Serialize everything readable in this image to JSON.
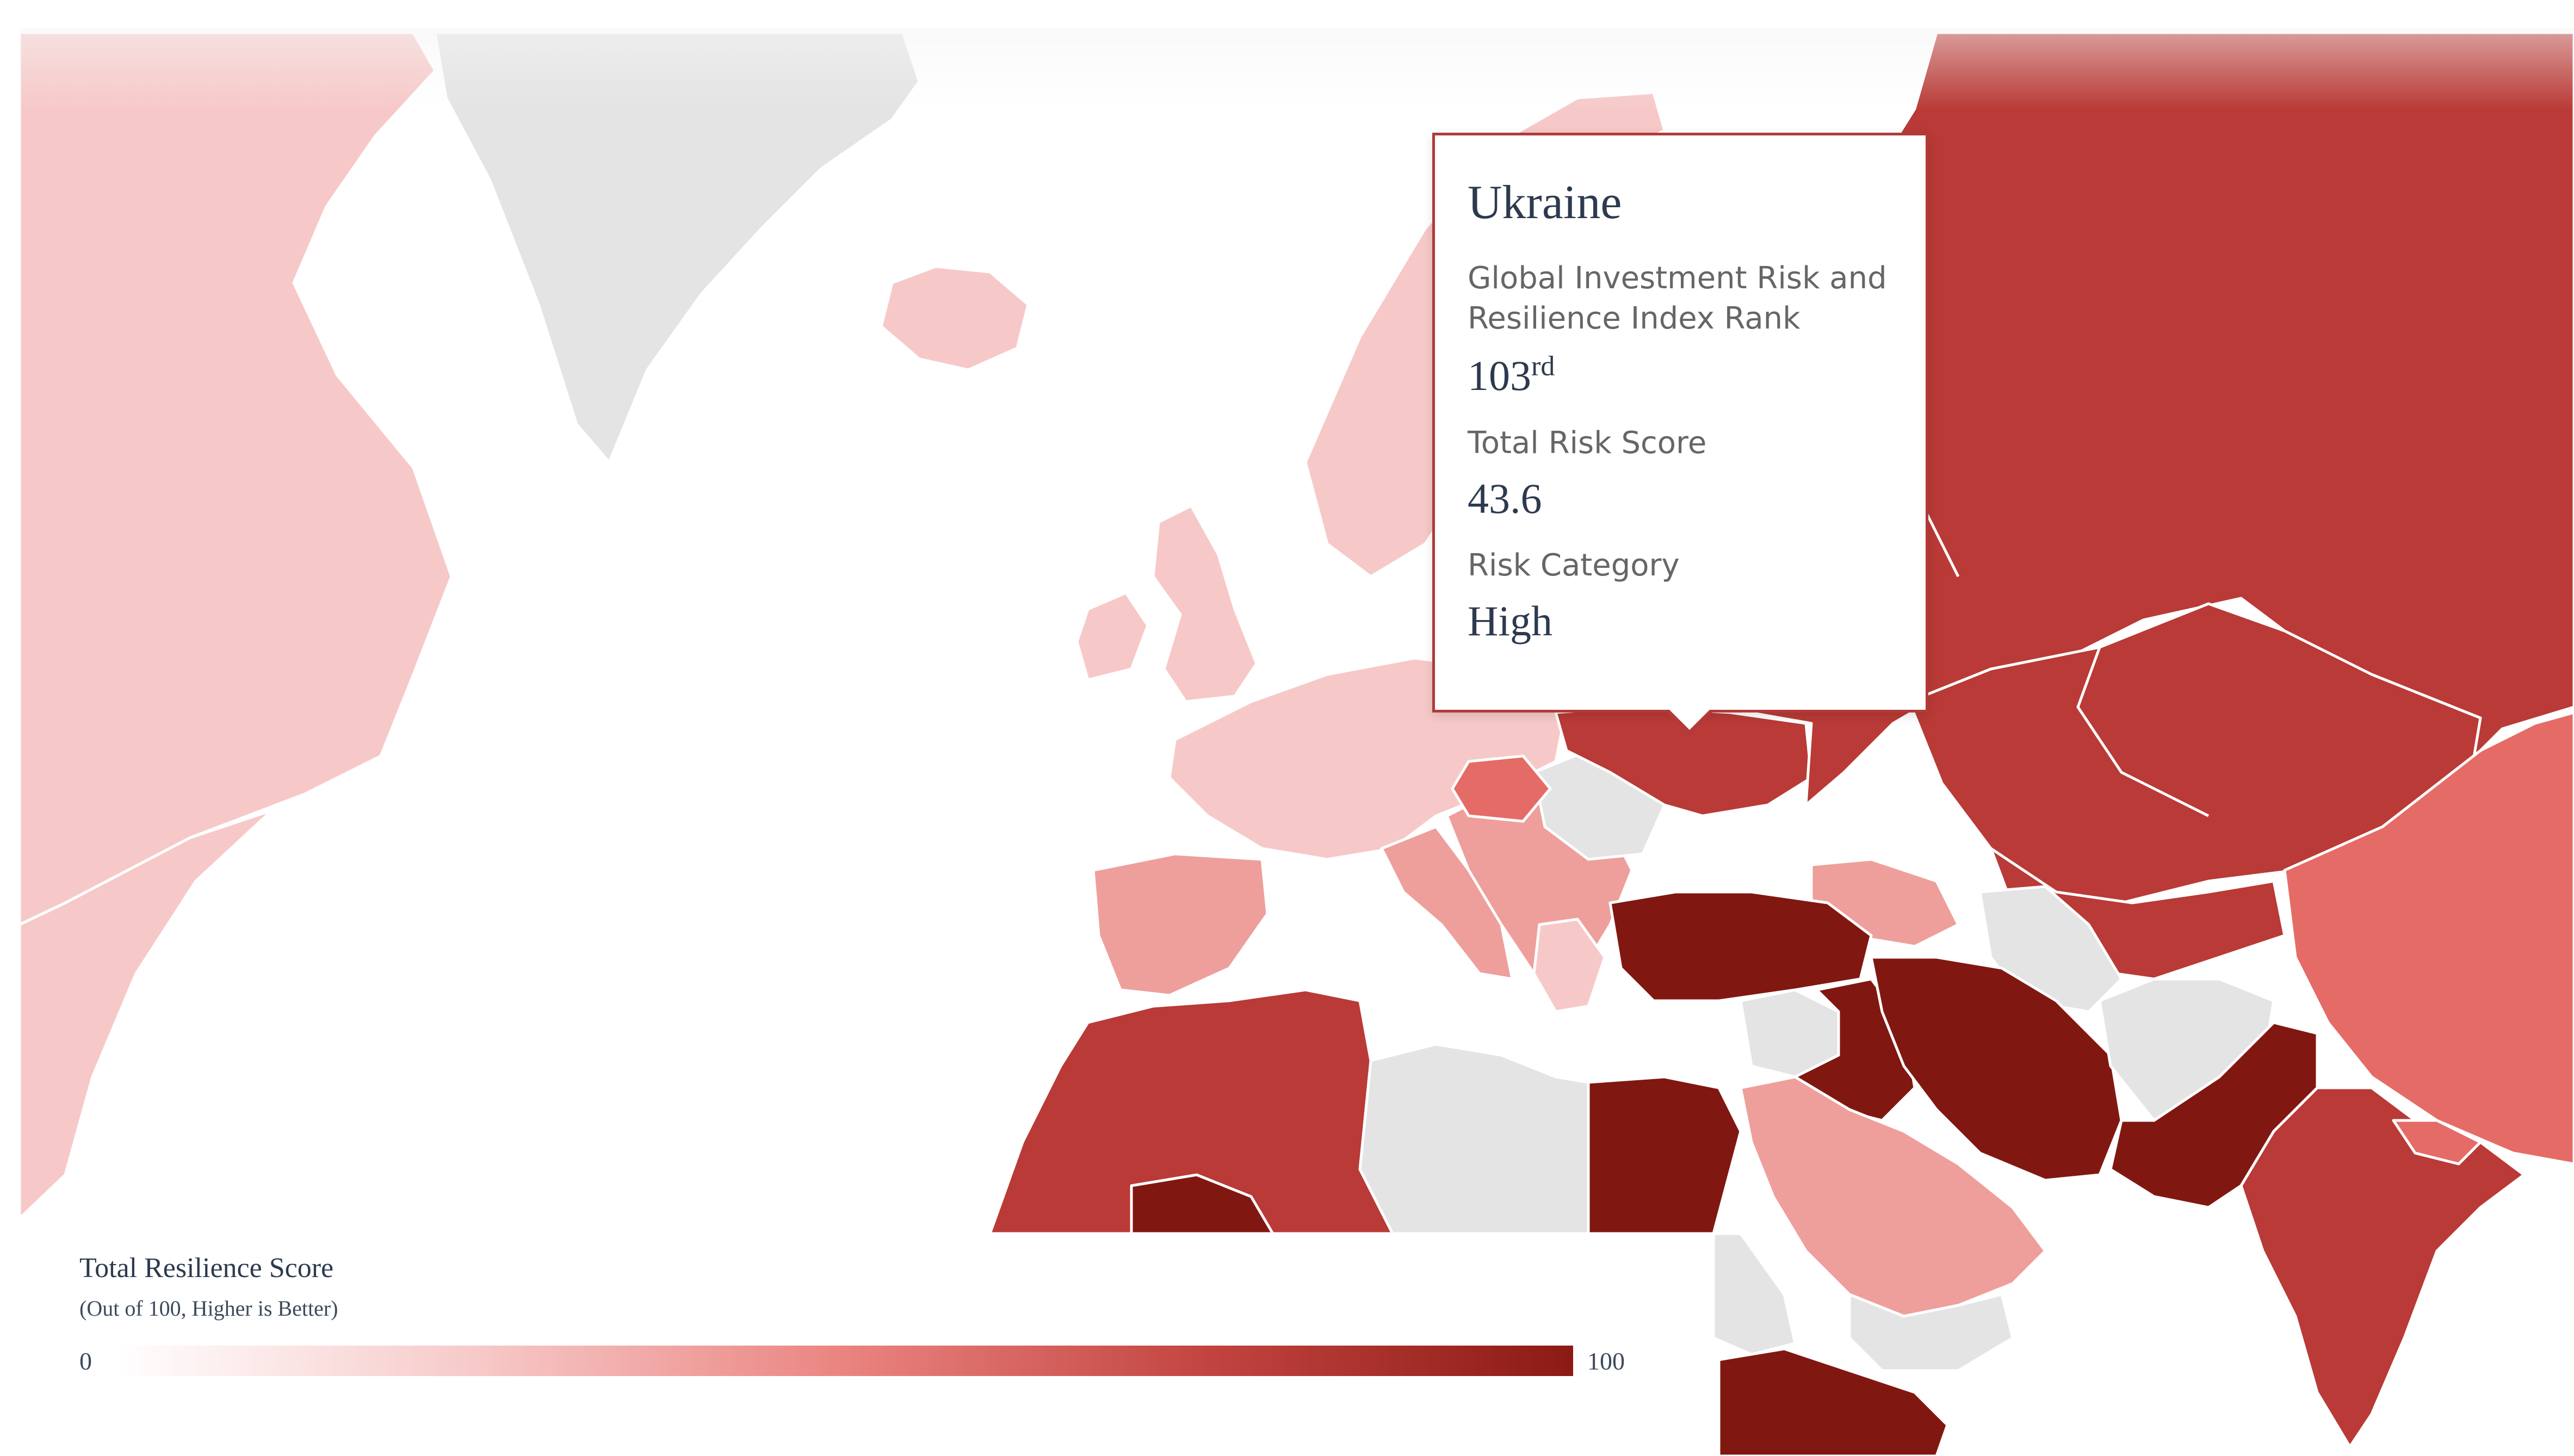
{
  "tooltip": {
    "country": "Ukraine",
    "rank_label": "Global Investment Risk and Resilience Index Rank",
    "rank_number": "103",
    "rank_suffix": "rd",
    "score_label": "Total Risk Score",
    "score_value": "43.6",
    "category_label": "Risk Category",
    "category_value": "High"
  },
  "legend": {
    "title": "Total Resilience Score",
    "subtitle": "(Out of 100, Higher is Better)",
    "min": "0",
    "max": "100",
    "gradient_colors": [
      "#ffffff",
      "#f6c9c8",
      "#ea8480",
      "#c24440",
      "#8c1a14"
    ]
  },
  "map_colors": {
    "no_data": "#e4e4e4",
    "very_low": "#f6c9c8",
    "low": "#ee9f9c",
    "moderate": "#e56b66",
    "high": "#b93a36",
    "very_high": "#801811",
    "tooltip_border": "#b23a38"
  }
}
